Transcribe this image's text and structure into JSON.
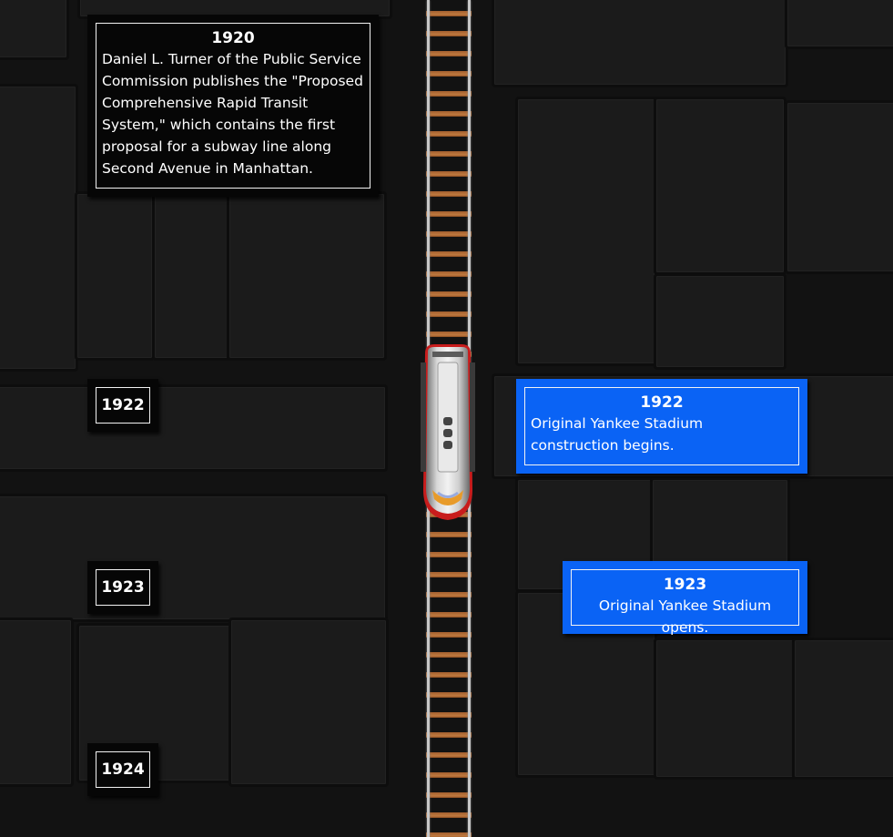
{
  "timeline": {
    "card_1920": {
      "year": "1920",
      "text": "Daniel L. Turner of the Public Service Commission publishes the \"Proposed Comprehensive Rapid Transit System,\" which contains the first proposal for a subway line along Second Avenue in Manhattan."
    },
    "tag_1922": "1922",
    "tag_1923": "1923",
    "tag_1924": "1924",
    "card_1922": {
      "year": "1922",
      "text": "Original Yankee Stadium construction begins."
    },
    "card_1923": {
      "year": "1923",
      "text": "Original Yankee Stadium opens."
    }
  },
  "colors": {
    "event_blue": "#0a63f5",
    "label_black": "#060606",
    "rail": "#c7c7c7",
    "tie": "#a25f2f",
    "train_red": "#c81c1c"
  },
  "icons": {
    "train": "train-icon"
  }
}
